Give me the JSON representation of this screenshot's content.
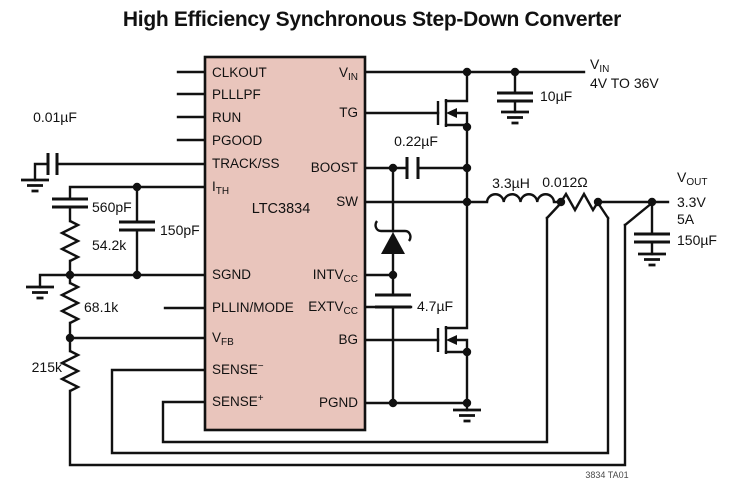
{
  "title": "High Efficiency Synchronous Step-Down Converter",
  "note": "3834 TA01",
  "colors": {
    "ic_fill": "#e9c5bc",
    "line": "#111111"
  },
  "ic": {
    "name": "LTC3834",
    "left_pins": [
      {
        "main": "CLKOUT",
        "sub": "",
        "sup": ""
      },
      {
        "main": "PLLLPF",
        "sub": "",
        "sup": ""
      },
      {
        "main": "RUN",
        "sub": "",
        "sup": ""
      },
      {
        "main": "PGOOD",
        "sub": "",
        "sup": ""
      },
      {
        "main": "TRACK/SS",
        "sub": "",
        "sup": ""
      },
      {
        "main": "I",
        "sub": "TH",
        "sup": ""
      },
      {
        "main": "SGND",
        "sub": "",
        "sup": ""
      },
      {
        "main": "PLLIN/MODE",
        "sub": "",
        "sup": ""
      },
      {
        "main": "V",
        "sub": "FB",
        "sup": ""
      },
      {
        "main": "SENSE",
        "sub": "",
        "sup": "−"
      },
      {
        "main": "SENSE",
        "sub": "",
        "sup": "+"
      }
    ],
    "right_pins": [
      {
        "main": "V",
        "sub": "IN"
      },
      {
        "main": "TG",
        "sub": ""
      },
      {
        "main": "BOOST",
        "sub": ""
      },
      {
        "main": "SW",
        "sub": ""
      },
      {
        "main": "INTV",
        "sub": "CC"
      },
      {
        "main": "EXTV",
        "sub": "CC"
      },
      {
        "main": "BG",
        "sub": ""
      },
      {
        "main": "PGND",
        "sub": ""
      }
    ]
  },
  "components": {
    "ss_cap": "0.01µF",
    "comp_cap": "560pF",
    "comp_res": "54.2k",
    "comp_cap2": "150pF",
    "fb_res_upper": "68.1k",
    "fb_res_lower": "215k",
    "boost_cap": "0.22µF",
    "input_cap": "10µF",
    "vcc_cap": "4.7µF",
    "inductor": "3.3µH",
    "sense_res": "0.012Ω",
    "output_cap": "150µF"
  },
  "io": {
    "vin": {
      "main": "V",
      "sub": "IN"
    },
    "vin_range": "4V TO 36V",
    "vout": {
      "main": "V",
      "sub": "OUT"
    },
    "vout_voltage": "3.3V",
    "vout_current": "5A"
  }
}
